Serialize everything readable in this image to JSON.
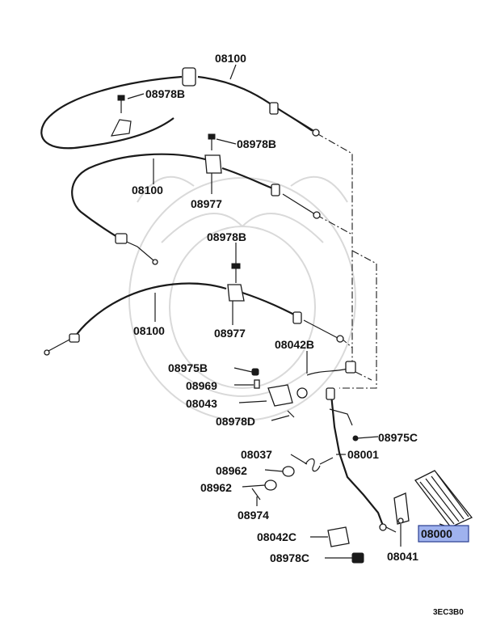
{
  "labels": {
    "cable_top": "08100",
    "bolt_top": "08978B",
    "bolt_mid": "08978B",
    "cable_mid": "08100",
    "clip_mid": "08977",
    "bolt_low": "08978B",
    "cable_low": "08100",
    "clip_low": "08977",
    "bracket": "08042B",
    "nut_1": "08975B",
    "clip_1": "08969",
    "switch": "08043",
    "screw_d": "08978D",
    "nut_c": "08975C",
    "spring": "08037",
    "lever": "08001",
    "bushing_1": "08962",
    "bushing_2": "08962",
    "pin": "08974",
    "stopper": "08042C",
    "bolt_c": "08978C",
    "pad": "08041",
    "assembly": "08000"
  },
  "diagram_code": "3EC3B0",
  "highlight_color": "#9fb2ee"
}
